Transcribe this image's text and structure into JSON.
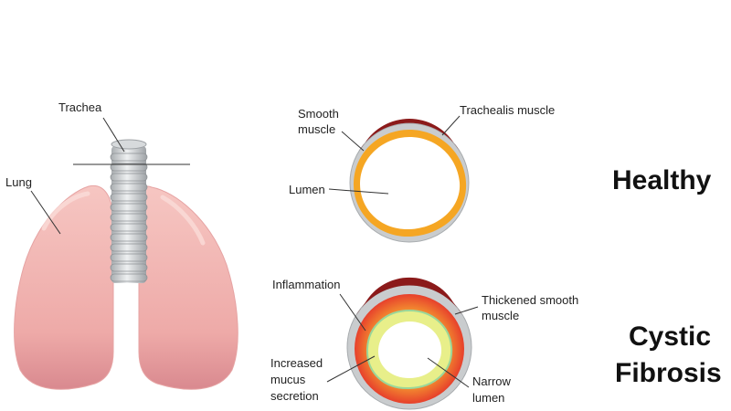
{
  "labels": {
    "trachea": "Trachea",
    "lung": "Lung",
    "smooth_muscle_1": "Smooth",
    "smooth_muscle_2": "muscle",
    "trachealis_muscle": "Trachealis muscle",
    "lumen": "Lumen",
    "inflammation": "Inflammation",
    "thickened_1": "Thickened smooth",
    "thickened_2": "muscle",
    "increased_1": "Increased",
    "increased_2": "mucus",
    "increased_3": "secretion",
    "narrow_1": "Narrow",
    "narrow_2": "lumen"
  },
  "headings": {
    "healthy": "Healthy",
    "cf_1": "Cystic",
    "cf_2": "Fibrosis"
  },
  "colors": {
    "lung": "#f2b8b4",
    "lung_shadow": "#d98c93",
    "cartilage": "#c9ccce",
    "trachealis": "#8b1a1a",
    "smooth_muscle": "#f5a623",
    "inflammation": "#e8452c",
    "mucus": "#e8ef8a"
  }
}
